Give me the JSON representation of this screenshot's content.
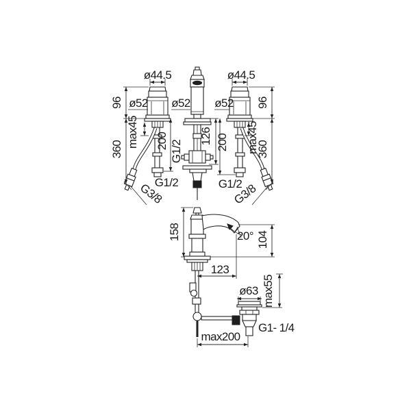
{
  "drawing": {
    "background": "#ffffff",
    "line_color": "#212121",
    "views": {
      "left_valve": {
        "diameter_top": "ø44.5",
        "height": "96",
        "body_diameter": "ø52",
        "counter_max": "max45",
        "total_height": "360",
        "tube_length": "200",
        "outlet_thread": "G1/2",
        "hose_thread": "G3/8"
      },
      "center_spout_front": {
        "body_diameter": "ø52",
        "tube_length": "126",
        "thread": "G1/2"
      },
      "right_valve": {
        "diameter_top": "ø44.5",
        "height": "96",
        "body_diameter": "ø52",
        "counter_max": "max45",
        "total_height": "360",
        "tube_length": "200",
        "outlet_thread": "G1/2",
        "hose_thread": "G3/8"
      },
      "spout_side": {
        "height": "158",
        "spout_angle": "20°",
        "outlet_height": "104",
        "reach": "123"
      },
      "popup_waste": {
        "flange_diameter": "ø63",
        "counter_max": "max55",
        "drain_thread": "G1- 1/4",
        "rod_reach": "max200"
      }
    }
  }
}
